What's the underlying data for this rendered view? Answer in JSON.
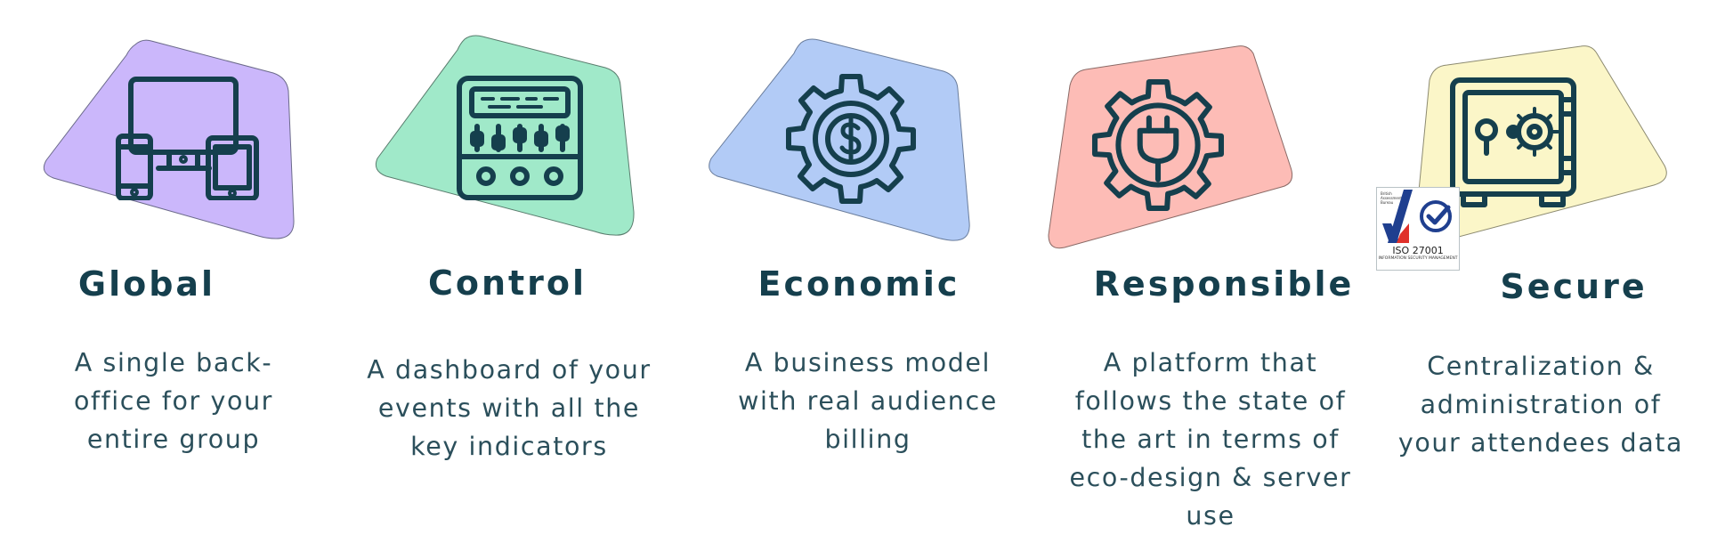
{
  "colors": {
    "ink": "#153f4d",
    "text": "#2b4f5b",
    "global_bg": "#cbb7fb",
    "control_bg": "#a0e9c9",
    "economic_bg": "#b2cbf6",
    "responsible_bg": "#fdbcb6",
    "secure_bg": "#fbf6c8"
  },
  "features": [
    {
      "icon": "devices-icon",
      "title": "Global",
      "description": "A single back-office for your entire group"
    },
    {
      "icon": "control-panel-icon",
      "title": "Control",
      "description": "A dashboard of your events with all the key indicators"
    },
    {
      "icon": "dollar-gear-icon",
      "title": "Economic",
      "description": "A business model with real audience billing"
    },
    {
      "icon": "plug-gear-icon",
      "title": "Responsible",
      "description": "A platform that follows the state of the art in terms of eco-design & server use"
    },
    {
      "icon": "safe-icon",
      "title": "Secure",
      "description": "Centralization & administration of your attendees data"
    }
  ],
  "iso_badge": {
    "small_text": "British Assessment Bureau",
    "title": "ISO 27001",
    "subtitle": "INFORMATION SECURITY MANAGEMENT"
  }
}
